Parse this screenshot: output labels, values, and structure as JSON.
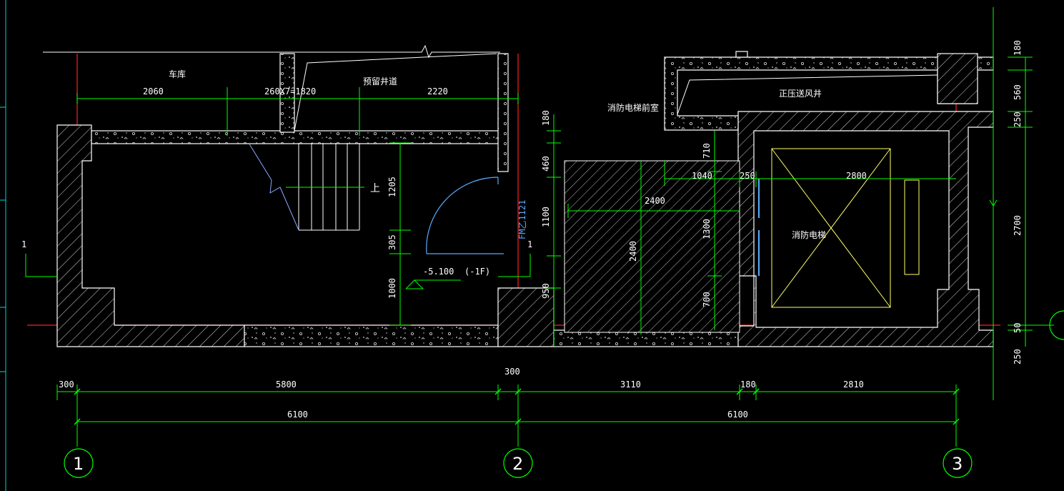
{
  "colors": {
    "background": "#000000",
    "wall": "#ffffff",
    "dimension": "#00ff00",
    "axis": "#ff2020",
    "text": "#ffffff",
    "door_tag": "#55aaff",
    "elevator": "#ffff66"
  },
  "rooms": {
    "garage": "车库",
    "reserved_shaft": "预留井道",
    "fire_lobby": "消防电梯前室",
    "pressure_shaft": "正压送风井",
    "fire_elevator": "消防电梯"
  },
  "annotations": {
    "stair_formula": "260X7=1820",
    "up": "上",
    "level": "-5.100",
    "floor": "(-1F)",
    "door_tag": "FM乙1121",
    "section_mark_left": "1",
    "section_mark_right": "1"
  },
  "dimensions": {
    "top_left": "2060",
    "top_right": "2220",
    "stair_1205": "1205",
    "stair_305": "305",
    "stair_1000": "1000",
    "v180": "180",
    "v460": "460",
    "v1100": "1100",
    "v950": "950",
    "v710": "710",
    "v1300": "1300",
    "v700": "700",
    "h1040": "1040",
    "h250": "250",
    "h2800": "2800",
    "h2400": "2400",
    "v2400": "2400",
    "r180": "180",
    "r560": "560",
    "r250a": "250",
    "r2700": "2700",
    "r50": "50",
    "r250b": "250",
    "b300a": "300",
    "b5800": "5800",
    "b300b": "300",
    "b3110": "3110",
    "b180": "180",
    "b2810": "2810",
    "b6100a": "6100",
    "b6100b": "6100"
  },
  "axes": {
    "a1": "1",
    "a2": "2",
    "a3": "3"
  }
}
